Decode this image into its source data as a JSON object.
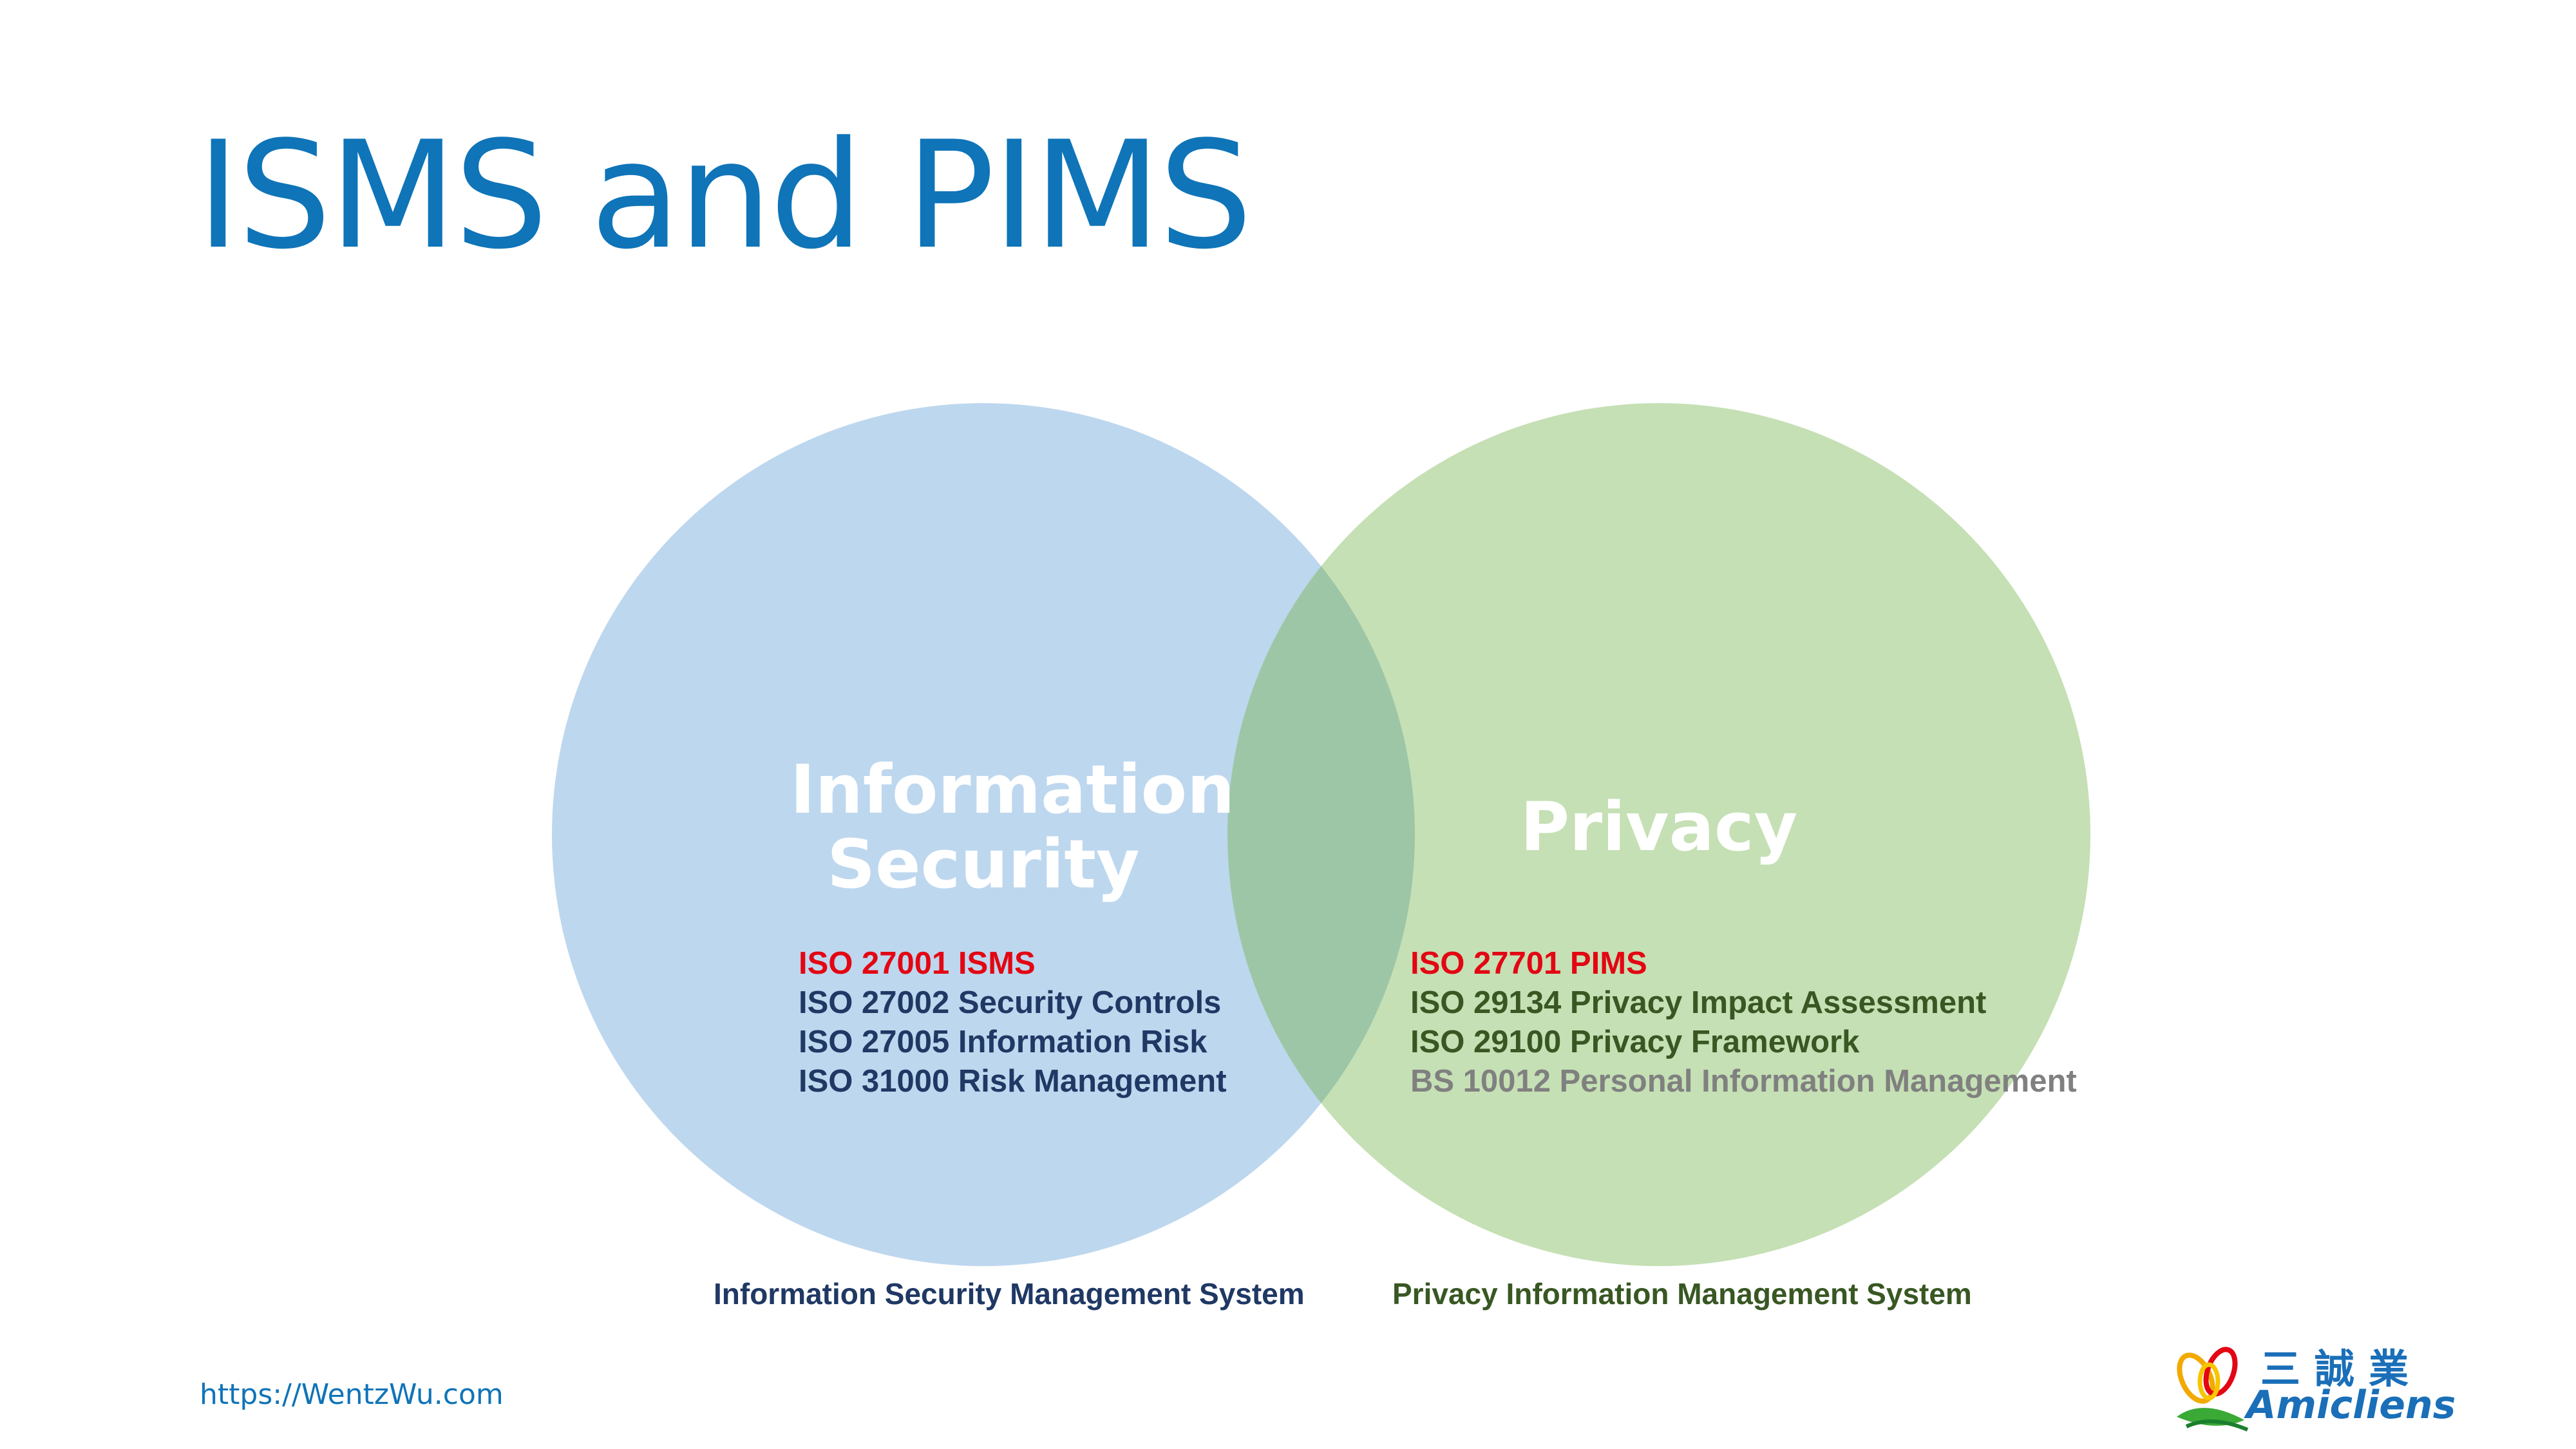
{
  "title": "ISMS and PIMS",
  "colors": {
    "title": "#0f74b8",
    "security_circle": "#bdd7ee",
    "privacy_circle": "#c5e0b4",
    "overlap": "#9dc6a7",
    "red_highlight": "#e30613",
    "security_text": "#1f3864",
    "privacy_text": "#385723",
    "gray_text": "#808080"
  },
  "security": {
    "heading_line1": "Information",
    "heading_line2": "Security",
    "standards": [
      "ISO 27001 ISMS",
      "ISO 27002 Security Controls",
      "ISO 27005 Information Risk",
      "ISO 31000 Risk Management"
    ],
    "system_label": "Information Security Management System"
  },
  "privacy": {
    "heading": "Privacy",
    "standards": [
      "ISO 27701 PIMS",
      "ISO 29134 Privacy Impact Assessment",
      "ISO 29100 Privacy Framework",
      "BS 10012 Personal Information Management"
    ],
    "system_label": "Privacy Information Management System"
  },
  "footer": {
    "url": "https://WentzWu.com"
  },
  "logo": {
    "cjk": "三誠業",
    "wordmark": "Amicliens"
  }
}
